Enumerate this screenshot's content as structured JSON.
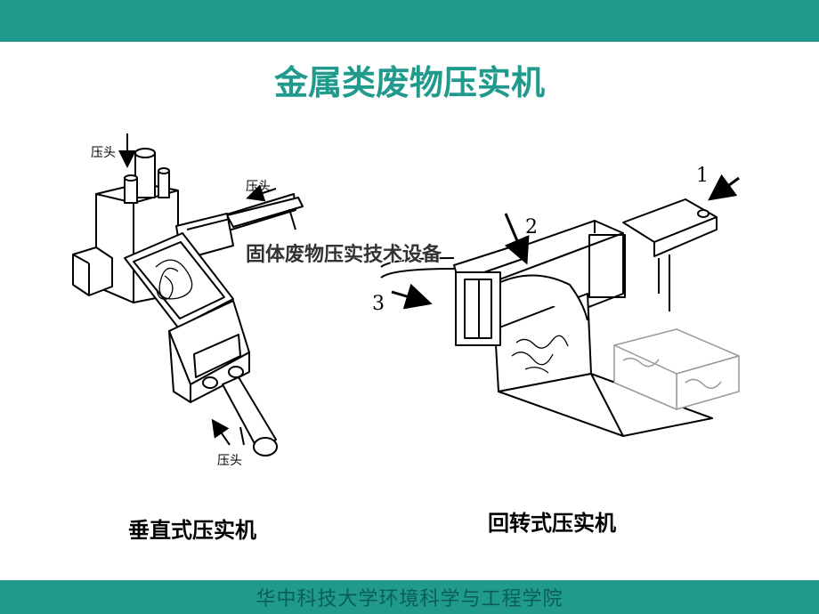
{
  "slide": {
    "title": "金属类废物压实机",
    "footer": "华中科技大学环境科学与工程学院",
    "overlay_text": "固体废物压实技术设备"
  },
  "vertical_press": {
    "caption": "垂直式压实机",
    "labels": [
      "压头",
      "压头",
      "压头"
    ]
  },
  "rotary_press": {
    "caption": "回转式压实机",
    "labels": [
      "1",
      "2",
      "3"
    ]
  },
  "colors": {
    "bar": "#1f9a8c",
    "title": "#1f9a8c",
    "footer_text": "#0b5e56"
  }
}
